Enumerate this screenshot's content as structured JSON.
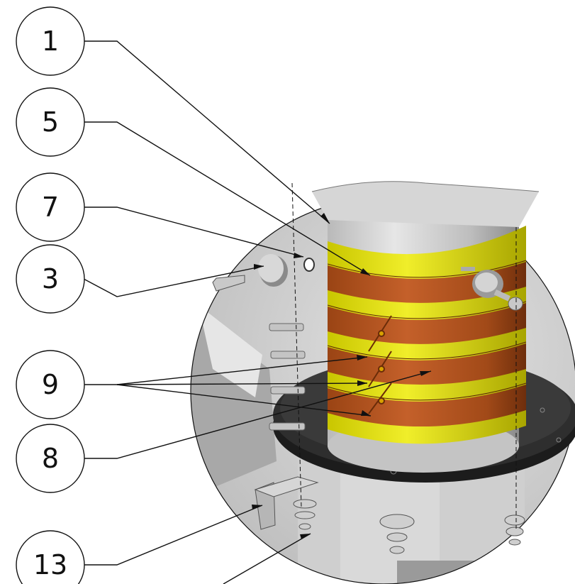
{
  "callouts": [
    {
      "id": "callout-1",
      "label": "1"
    },
    {
      "id": "callout-5",
      "label": "5"
    },
    {
      "id": "callout-7",
      "label": "7"
    },
    {
      "id": "callout-3",
      "label": "3"
    },
    {
      "id": "callout-9",
      "label": "9"
    },
    {
      "id": "callout-8",
      "label": "8"
    },
    {
      "id": "callout-13",
      "label": "13"
    }
  ],
  "colors": {
    "copper": "#b5531d",
    "copper_dark": "#7a3510",
    "insulator_yellow": "#d8d600",
    "cylinder_grey": "#c8c8c8",
    "plate_black": "#2a2a2a",
    "background_grey": "#d4d4d4",
    "line": "#111111"
  }
}
